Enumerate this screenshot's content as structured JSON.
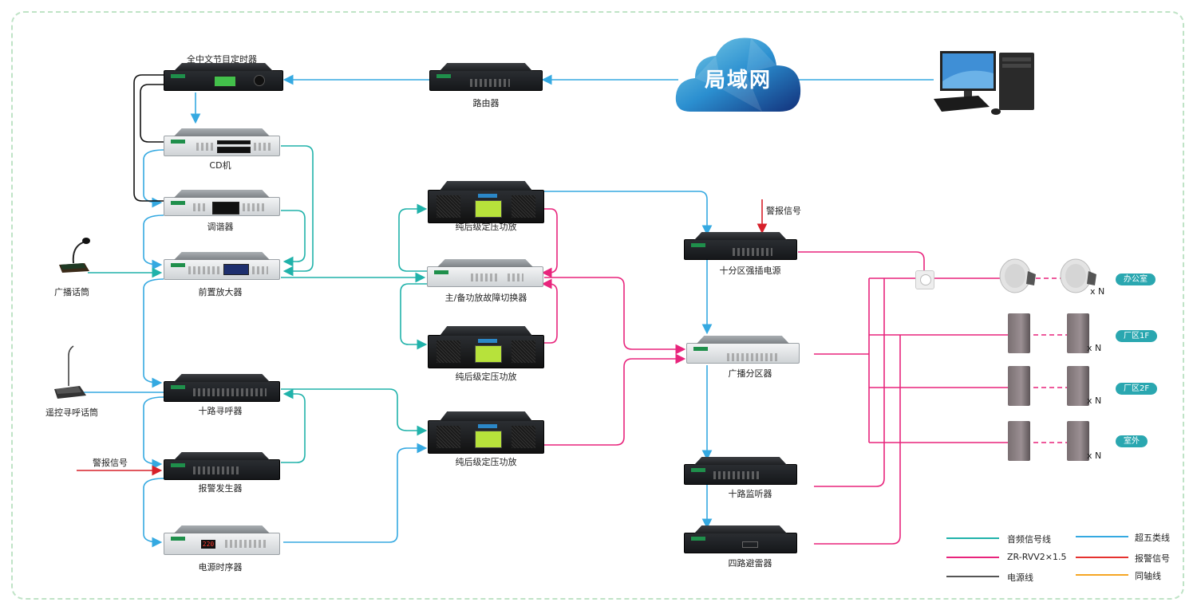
{
  "network": {
    "label": "局域网"
  },
  "devices": {
    "timer": "全中文节目定时器",
    "router": "路由器",
    "cd": "CD机",
    "tuner": "调谐器",
    "preamp": "前置放大器",
    "mic_broadcast": "广播话筒",
    "mic_remote": "遥控寻呼话筒",
    "pager": "十路寻呼器",
    "alarm_gen": "报警发生器",
    "sequencer": "电源时序器",
    "amp1": "纯后级定压功放",
    "switcher": "主/备功放故障切换器",
    "amp2": "纯后级定压功放",
    "amp3": "纯后级定压功放",
    "power_strip": "十分区强插电源",
    "zoner": "广播分区器",
    "monitor": "十路监听器",
    "arrester": "四路避雷器"
  },
  "alarm_signal_labels": [
    "警报信号",
    "警报信号"
  ],
  "sequencer_display": "220",
  "zones": [
    {
      "label": "办公室",
      "count": "x N"
    },
    {
      "label": "厂区1F",
      "count": "x N"
    },
    {
      "label": "厂区2F",
      "count": "x N"
    },
    {
      "label": "室外",
      "count": "x N"
    }
  ],
  "legend": [
    {
      "label": "音频信号线",
      "color": "#20b2aa"
    },
    {
      "label": "超五类线",
      "color": "#35a9e1"
    },
    {
      "label": "ZR-RVV2×1.5",
      "color": "#e8247c"
    },
    {
      "label": "报警信号",
      "color": "#e5322f"
    },
    {
      "label": "电源线",
      "color": "#333333"
    },
    {
      "label": "同轴线",
      "color": "#f5a623"
    }
  ],
  "colors": {
    "audio": "#20b2aa",
    "cat5": "#35a9e1",
    "speaker": "#e8247c",
    "alarm": "#d7202a",
    "power": "#111111",
    "frame": "#bfe3c6",
    "zone_tag": "#2aa7b0"
  }
}
